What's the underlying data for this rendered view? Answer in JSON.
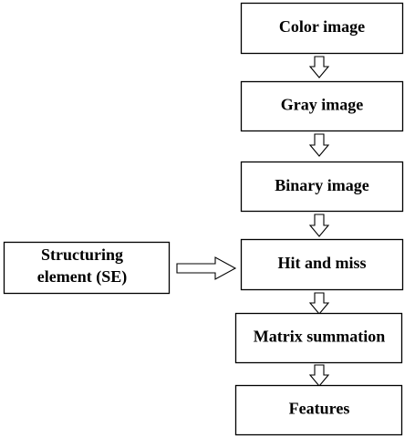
{
  "diagram": {
    "steps": [
      "Color image",
      "Gray image",
      "Binary image",
      "Hit and miss",
      "Matrix summation",
      "Features"
    ],
    "side_input": {
      "line1": "Structuring",
      "line2": "element (SE)"
    }
  }
}
